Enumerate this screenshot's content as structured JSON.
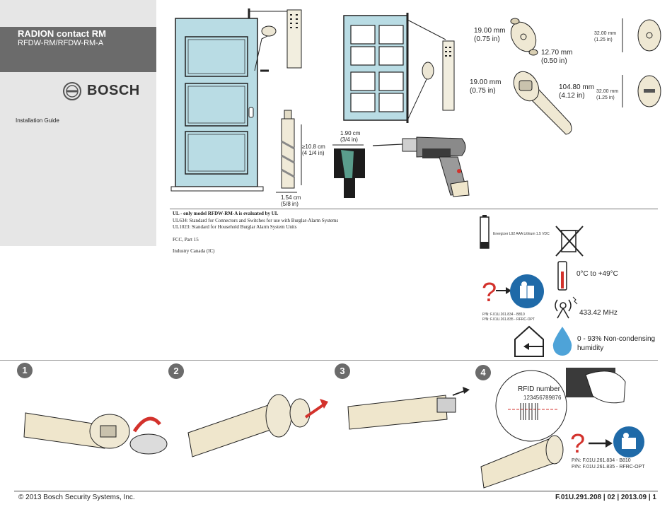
{
  "header": {
    "product_title": "RADION contact RM",
    "product_subtitle": "RFDW-RM/RFDW-RM-A",
    "brand": "BOSCH",
    "doc_type": "Installation Guide"
  },
  "dimensions": {
    "depth": "≥10.8 cm",
    "depth_in": "(4 1/4 in)",
    "bore_dia": "1.54 cm",
    "bore_dia_in": "(5/8 in)",
    "bit": "1.90 cm",
    "bit_in": "(3/4 in)",
    "d1": "19.00 mm",
    "d1_in": "(0.75 in)",
    "d2": "12.70 mm",
    "d2_in": "(0.50 in)",
    "d3": "19.00 mm",
    "d3_in": "(0.75 in)",
    "d4": "104.80 mm",
    "d4_in": "(4.12 in)",
    "d5": "32.00 mm",
    "d5_in": "(1.25 in)",
    "d6": "32.00 mm",
    "d6_in": "(1.25 in)"
  },
  "compliance": {
    "heading": "UL - only model RFDW-RM-A is evaluated by UL",
    "lines": [
      "UL634: Standard for Connectors and Switches for use with Burglar-Alarm Systems",
      "UL1023: Standard for Household Burglar Alarm System Units"
    ],
    "fcc": "FCC, Part 15",
    "ic": "Industry Canada (IC)"
  },
  "specs": {
    "battery": "Energizer L92 AAA Lithium 1.5 VDC",
    "temperature": "0°C to +49°C",
    "frequency": "433.42 MHz",
    "humidity_1": "0 - 93% Non-condensing",
    "humidity_2": "humidity",
    "pn1": "P/N: F.01U.261.834 - B810",
    "pn2": "P/N: F.01U.261.835 - RFRC-OPT"
  },
  "steps": {
    "s1": "1",
    "s2": "2",
    "s3": "3",
    "s4": "4",
    "rfid_label": "RFID number",
    "rfid_number": "123456789876",
    "pn1": "P/N: F.01U.261.834 - B810",
    "pn2": "P/N: F.01U.261.835 - RFRC-OPT"
  },
  "footer": {
    "copyright": "© 2013 Bosch Security Systems, Inc.",
    "docnum": "F.01U.291.208 | 02 | 2013.09 | 1"
  },
  "colors": {
    "door": "#b9dce4",
    "accent_red": "#d3322c",
    "info_blue": "#1f6aa8",
    "sidebar": "#e6e6e6",
    "band": "#6b6b6b"
  },
  "icons": [
    "bosch-logo-icon",
    "battery-icon",
    "weee-bin-icon",
    "thermometer-icon",
    "antenna-icon",
    "house-icon",
    "droplet-icon",
    "manual-icon",
    "question-icon"
  ]
}
